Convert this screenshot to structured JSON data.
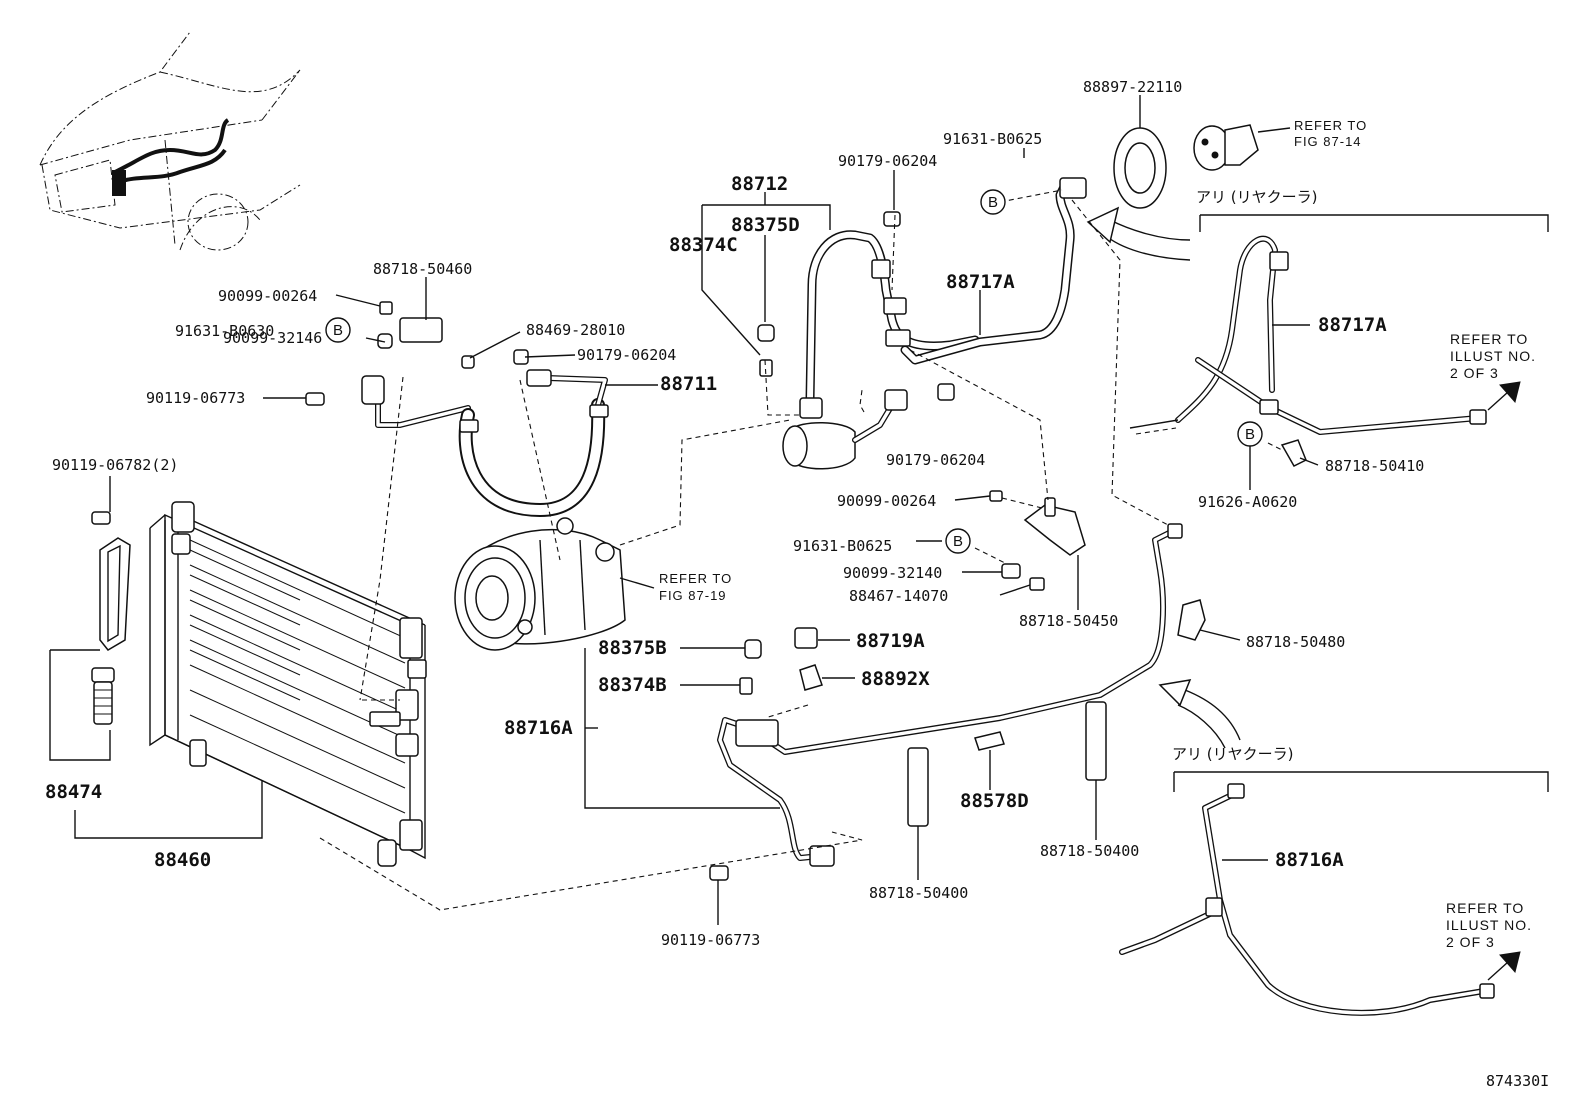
{
  "diagram_id": "874330I",
  "labels": {
    "p_88897_22110": "88897-22110",
    "p_91631_b0625_top": "91631-B0625",
    "p_90179_06204_top": "90179-06204",
    "p_88712": "88712",
    "p_88375d": "88375D",
    "p_88374c": "88374C",
    "p_88717a_main": "88717A",
    "p_88718_50460": "88718-50460",
    "p_90099_00264_left": "90099-00264",
    "p_91631_b0630": "91631-B0630",
    "p_88469_28010": "88469-28010",
    "p_90099_32146": "90099-32146",
    "p_90179_06204_left": "90179-06204",
    "p_88711": "88711",
    "p_90119_06773_top": "90119-06773",
    "p_90179_06204_mid": "90179-06204",
    "p_90119_06782": "90119-06782(2)",
    "p_90099_00264_mid": "90099-00264",
    "p_91631_b0625_mid": "91631-B0625",
    "p_90099_32140": "90099-32140",
    "p_88467_14070": "88467-14070",
    "p_88718_50450": "88718-50450",
    "p_88375b": "88375B",
    "p_88719a": "88719A",
    "p_88374b": "88374B",
    "p_88892x": "88892X",
    "p_88716a_main": "88716A",
    "p_88474": "88474",
    "p_88460": "88460",
    "p_88578d": "88578D",
    "p_88718_50400_left": "88718-50400",
    "p_88718_50400_right": "88718-50400",
    "p_90119_06773_bottom": "90119-06773",
    "p_88718_50480": "88718-50480",
    "p_88717a_rear": "88717A",
    "p_88718_50410": "88718-50410",
    "p_91626_a0620": "91626-A0620",
    "p_88716a_rear": "88716A",
    "badge_letter": "B"
  },
  "notes": {
    "refer_fig_87_14": [
      "REFER TO",
      "FIG 87-14"
    ],
    "refer_fig_87_19": [
      "REFER TO",
      "FIG 87-19"
    ],
    "refer_illust_a": [
      "REFER TO",
      "ILLUST NO.",
      "2 OF 3"
    ],
    "refer_illust_b": [
      "REFER TO",
      "ILLUST NO.",
      "2 OF 3"
    ],
    "rear_cooler_top": "アリ (リヤクーラ)",
    "rear_cooler_bottom": "アリ (リヤクーラ)"
  }
}
